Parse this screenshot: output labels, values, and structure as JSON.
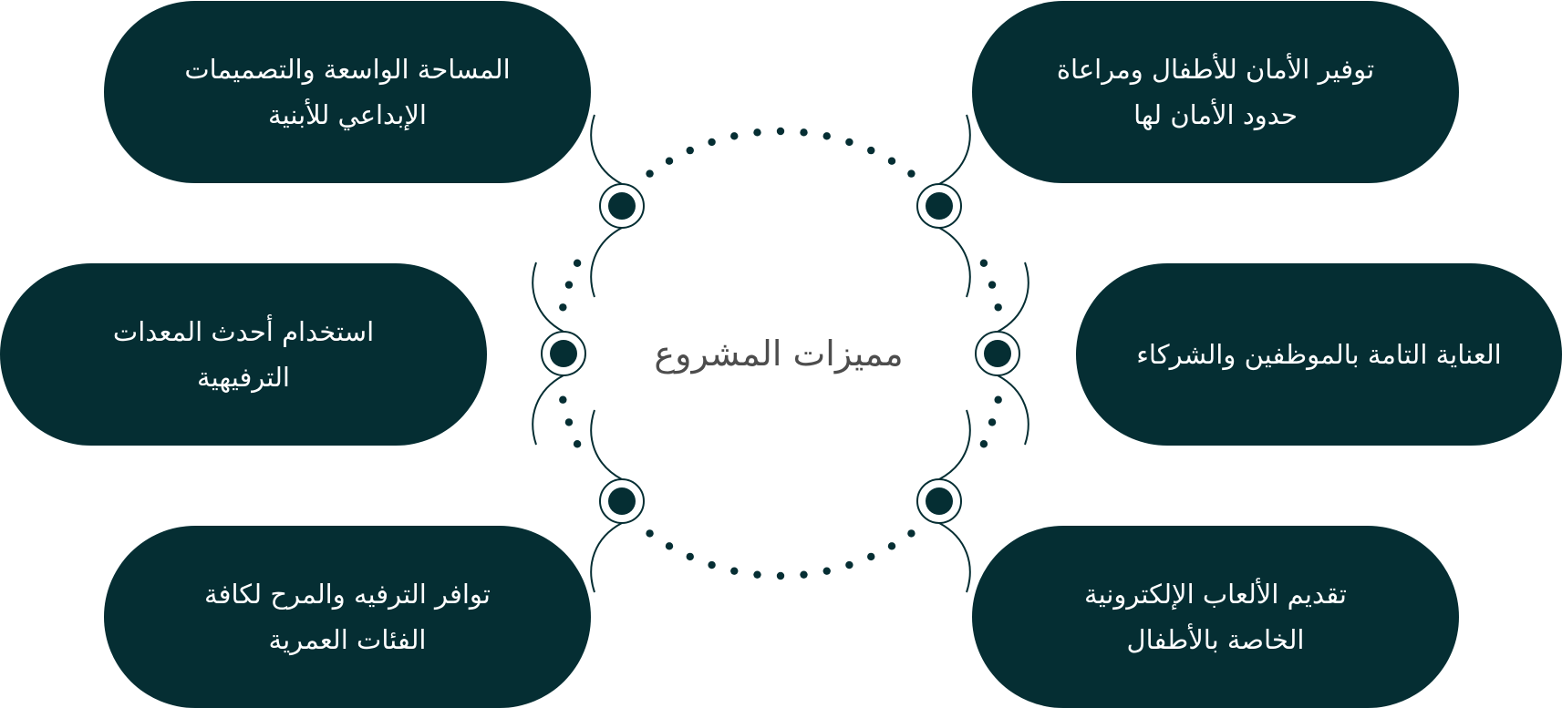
{
  "center_title": "مميزات المشروع",
  "colors": {
    "pill": "#052e33",
    "outline": "#052e33",
    "title": "#4d4d4d",
    "background": "#ffffff"
  },
  "features": [
    {
      "id": "top-left",
      "lines": [
        "المساحة الواسعة والتصميمات",
        "الإبداعي للأبنية"
      ]
    },
    {
      "id": "top-right",
      "lines": [
        "توفير الأمان للأطفال ومراعاة",
        "حدود الأمان لها"
      ]
    },
    {
      "id": "mid-left",
      "lines": [
        "استخدام أحدث المعدات",
        "الترفيهية"
      ]
    },
    {
      "id": "mid-right",
      "lines": [
        "العناية التامة بالموظفين والشركاء"
      ]
    },
    {
      "id": "bottom-left",
      "lines": [
        "توافر الترفيه والمرح لكافة",
        "الفئات العمرية"
      ]
    },
    {
      "id": "bottom-right",
      "lines": [
        "تقديم الألعاب الإلكترونية",
        "الخاصة بالأطفال"
      ]
    }
  ]
}
